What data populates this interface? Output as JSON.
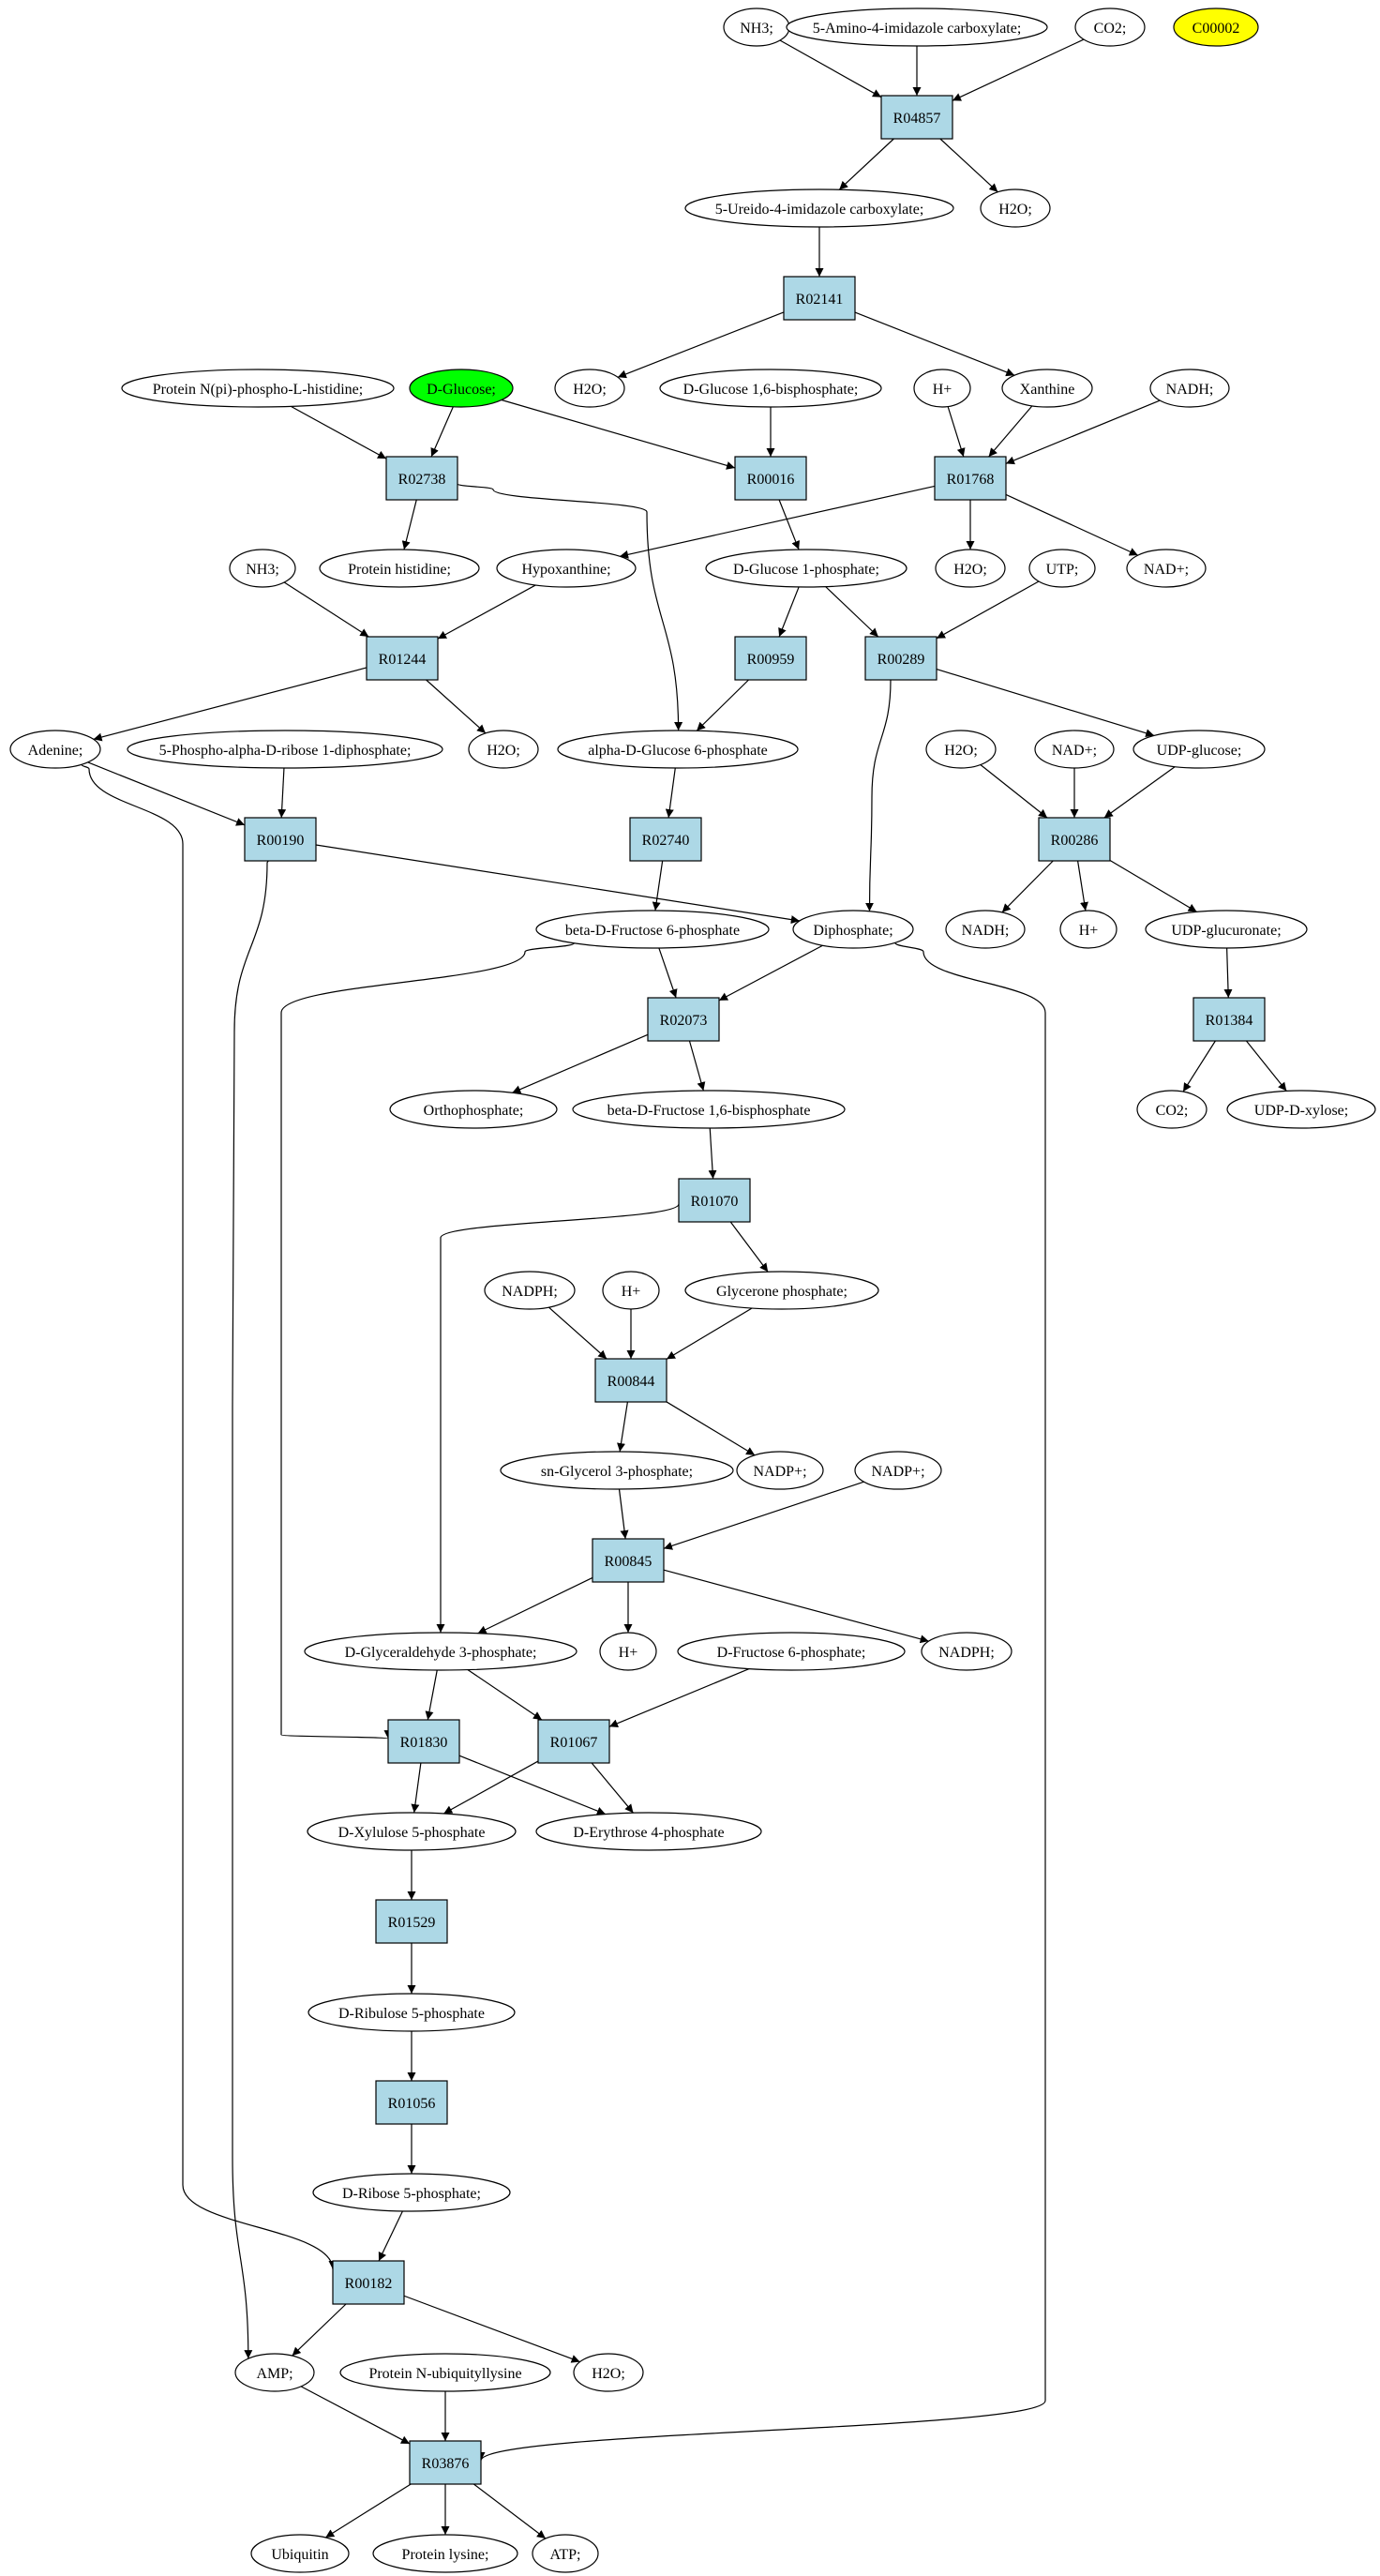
{
  "colors": {
    "reaction_fill": "#add8e6",
    "metabolite_fill": "#ffffff",
    "start_fill": "#00ff00",
    "query_fill": "#ffff00",
    "stroke": "#000000"
  },
  "nodes": [
    {
      "id": "nh3_a",
      "label": "NH3;",
      "kind": "metabolite"
    },
    {
      "id": "aica",
      "label": "5-Amino-4-imidazole carboxylate;",
      "kind": "metabolite"
    },
    {
      "id": "co2_a",
      "label": "CO2;",
      "kind": "metabolite"
    },
    {
      "id": "c00002",
      "label": "C00002",
      "kind": "query"
    },
    {
      "id": "R04857",
      "label": "R04857",
      "kind": "reaction"
    },
    {
      "id": "ureido",
      "label": "5-Ureido-4-imidazole carboxylate;",
      "kind": "metabolite"
    },
    {
      "id": "h2o_a",
      "label": "H2O;",
      "kind": "metabolite"
    },
    {
      "id": "R02141",
      "label": "R02141",
      "kind": "reaction"
    },
    {
      "id": "h2o_b",
      "label": "H2O;",
      "kind": "metabolite"
    },
    {
      "id": "protnpi",
      "label": "Protein N(pi)-phospho-L-histidine;",
      "kind": "metabolite"
    },
    {
      "id": "dglucose",
      "label": "D-Glucose;",
      "kind": "start"
    },
    {
      "id": "g16bp",
      "label": "D-Glucose 1,6-bisphosphate;",
      "kind": "metabolite"
    },
    {
      "id": "hplus_a",
      "label": "H+",
      "kind": "metabolite"
    },
    {
      "id": "xanthine",
      "label": "Xanthine",
      "kind": "metabolite"
    },
    {
      "id": "nadh_a",
      "label": "NADH;",
      "kind": "metabolite"
    },
    {
      "id": "R02738",
      "label": "R02738",
      "kind": "reaction"
    },
    {
      "id": "R00016",
      "label": "R00016",
      "kind": "reaction"
    },
    {
      "id": "R01768",
      "label": "R01768",
      "kind": "reaction"
    },
    {
      "id": "nh3_b",
      "label": "NH3;",
      "kind": "metabolite"
    },
    {
      "id": "prothis",
      "label": "Protein histidine;",
      "kind": "metabolite"
    },
    {
      "id": "hypox",
      "label": "Hypoxanthine;",
      "kind": "metabolite"
    },
    {
      "id": "g1p",
      "label": "D-Glucose 1-phosphate;",
      "kind": "metabolite"
    },
    {
      "id": "h2o_c",
      "label": "H2O;",
      "kind": "metabolite"
    },
    {
      "id": "utp",
      "label": "UTP;",
      "kind": "metabolite"
    },
    {
      "id": "nadplus_a",
      "label": "NAD+;",
      "kind": "metabolite"
    },
    {
      "id": "R01244",
      "label": "R01244",
      "kind": "reaction"
    },
    {
      "id": "R00959",
      "label": "R00959",
      "kind": "reaction"
    },
    {
      "id": "R00289",
      "label": "R00289",
      "kind": "reaction"
    },
    {
      "id": "adenine",
      "label": "Adenine;",
      "kind": "metabolite"
    },
    {
      "id": "prpp",
      "label": "5-Phospho-alpha-D-ribose 1-diphosphate;",
      "kind": "metabolite"
    },
    {
      "id": "h2o_d",
      "label": "H2O;",
      "kind": "metabolite"
    },
    {
      "id": "ag6p",
      "label": "alpha-D-Glucose 6-phosphate",
      "kind": "metabolite"
    },
    {
      "id": "h2o_e",
      "label": "H2O;",
      "kind": "metabolite"
    },
    {
      "id": "nadplus_b",
      "label": "NAD+;",
      "kind": "metabolite"
    },
    {
      "id": "udpglc",
      "label": "UDP-glucose;",
      "kind": "metabolite"
    },
    {
      "id": "R00190",
      "label": "R00190",
      "kind": "reaction"
    },
    {
      "id": "R02740",
      "label": "R02740",
      "kind": "reaction"
    },
    {
      "id": "R00286",
      "label": "R00286",
      "kind": "reaction"
    },
    {
      "id": "bf6p",
      "label": "beta-D-Fructose 6-phosphate",
      "kind": "metabolite"
    },
    {
      "id": "diphos",
      "label": "Diphosphate;",
      "kind": "metabolite"
    },
    {
      "id": "nadh_b",
      "label": "NADH;",
      "kind": "metabolite"
    },
    {
      "id": "hplus_b",
      "label": "H+",
      "kind": "metabolite"
    },
    {
      "id": "udpglcu",
      "label": "UDP-glucuronate;",
      "kind": "metabolite"
    },
    {
      "id": "R02073",
      "label": "R02073",
      "kind": "reaction"
    },
    {
      "id": "R01384",
      "label": "R01384",
      "kind": "reaction"
    },
    {
      "id": "orthoph",
      "label": "Orthophosphate;",
      "kind": "metabolite"
    },
    {
      "id": "bf16bp",
      "label": "beta-D-Fructose 1,6-bisphosphate",
      "kind": "metabolite"
    },
    {
      "id": "co2_b",
      "label": "CO2;",
      "kind": "metabolite"
    },
    {
      "id": "udpxyl",
      "label": "UDP-D-xylose;",
      "kind": "metabolite"
    },
    {
      "id": "R01070",
      "label": "R01070",
      "kind": "reaction"
    },
    {
      "id": "nadph_a",
      "label": "NADPH;",
      "kind": "metabolite"
    },
    {
      "id": "hplus_c",
      "label": "H+",
      "kind": "metabolite"
    },
    {
      "id": "glyceronep",
      "label": "Glycerone phosphate;",
      "kind": "metabolite"
    },
    {
      "id": "R00844",
      "label": "R00844",
      "kind": "reaction"
    },
    {
      "id": "sng3p",
      "label": "sn-Glycerol 3-phosphate;",
      "kind": "metabolite"
    },
    {
      "id": "nadpplus_a",
      "label": "NADP+;",
      "kind": "metabolite"
    },
    {
      "id": "nadpplus_b",
      "label": "NADP+;",
      "kind": "metabolite"
    },
    {
      "id": "R00845",
      "label": "R00845",
      "kind": "reaction"
    },
    {
      "id": "dg3p",
      "label": "D-Glyceraldehyde 3-phosphate;",
      "kind": "metabolite"
    },
    {
      "id": "hplus_d",
      "label": "H+",
      "kind": "metabolite"
    },
    {
      "id": "df6p",
      "label": "D-Fructose 6-phosphate;",
      "kind": "metabolite"
    },
    {
      "id": "nadph_b",
      "label": "NADPH;",
      "kind": "metabolite"
    },
    {
      "id": "R01830",
      "label": "R01830",
      "kind": "reaction"
    },
    {
      "id": "R01067",
      "label": "R01067",
      "kind": "reaction"
    },
    {
      "id": "dx5p",
      "label": "D-Xylulose 5-phosphate",
      "kind": "metabolite"
    },
    {
      "id": "de4p",
      "label": "D-Erythrose 4-phosphate",
      "kind": "metabolite"
    },
    {
      "id": "R01529",
      "label": "R01529",
      "kind": "reaction"
    },
    {
      "id": "dribu5p",
      "label": "D-Ribulose 5-phosphate",
      "kind": "metabolite"
    },
    {
      "id": "R01056",
      "label": "R01056",
      "kind": "reaction"
    },
    {
      "id": "dr5p",
      "label": "D-Ribose 5-phosphate;",
      "kind": "metabolite"
    },
    {
      "id": "R00182",
      "label": "R00182",
      "kind": "reaction"
    },
    {
      "id": "amp",
      "label": "AMP;",
      "kind": "metabolite"
    },
    {
      "id": "protnubq",
      "label": "Protein N-ubiquityllysine",
      "kind": "metabolite"
    },
    {
      "id": "h2o_f",
      "label": "H2O;",
      "kind": "metabolite"
    },
    {
      "id": "R03876",
      "label": "R03876",
      "kind": "reaction"
    },
    {
      "id": "ubiquitin",
      "label": "Ubiquitin",
      "kind": "metabolite"
    },
    {
      "id": "protlys",
      "label": "Protein lysine;",
      "kind": "metabolite"
    },
    {
      "id": "atp",
      "label": "ATP;",
      "kind": "metabolite"
    }
  ],
  "edges": [
    [
      "nh3_a",
      "R04857"
    ],
    [
      "aica",
      "R04857"
    ],
    [
      "co2_a",
      "R04857"
    ],
    [
      "R04857",
      "ureido"
    ],
    [
      "R04857",
      "h2o_a"
    ],
    [
      "ureido",
      "R02141"
    ],
    [
      "R02141",
      "h2o_b"
    ],
    [
      "R02141",
      "xanthine"
    ],
    [
      "protnpi",
      "R02738"
    ],
    [
      "dglucose",
      "R02738"
    ],
    [
      "dglucose",
      "R00016"
    ],
    [
      "g16bp",
      "R00016"
    ],
    [
      "hplus_a",
      "R01768"
    ],
    [
      "xanthine",
      "R01768"
    ],
    [
      "nadh_a",
      "R01768"
    ],
    [
      "R02738",
      "prothis"
    ],
    [
      "R02738",
      "ag6p"
    ],
    [
      "R00016",
      "g1p"
    ],
    [
      "R01768",
      "hypox"
    ],
    [
      "R01768",
      "h2o_c"
    ],
    [
      "R01768",
      "nadplus_a"
    ],
    [
      "nh3_b",
      "R01244"
    ],
    [
      "hypox",
      "R01244"
    ],
    [
      "R01244",
      "adenine"
    ],
    [
      "R01244",
      "h2o_d"
    ],
    [
      "g1p",
      "R00959"
    ],
    [
      "g1p",
      "R00289"
    ],
    [
      "utp",
      "R00289"
    ],
    [
      "R00959",
      "ag6p"
    ],
    [
      "R00289",
      "udpglc"
    ],
    [
      "R00289",
      "diphos"
    ],
    [
      "adenine",
      "R00190"
    ],
    [
      "prpp",
      "R00190"
    ],
    [
      "adenine",
      "R00182"
    ],
    [
      "R00190",
      "diphos"
    ],
    [
      "R00190",
      "amp"
    ],
    [
      "ag6p",
      "R02740"
    ],
    [
      "R02740",
      "bf6p"
    ],
    [
      "h2o_e",
      "R00286"
    ],
    [
      "nadplus_b",
      "R00286"
    ],
    [
      "udpglc",
      "R00286"
    ],
    [
      "R00286",
      "nadh_b"
    ],
    [
      "R00286",
      "hplus_b"
    ],
    [
      "R00286",
      "udpglcu"
    ],
    [
      "bf6p",
      "R02073"
    ],
    [
      "diphos",
      "R02073"
    ],
    [
      "bf6p",
      "R01830"
    ],
    [
      "diphos",
      "R03876"
    ],
    [
      "R02073",
      "orthoph"
    ],
    [
      "R02073",
      "bf16bp"
    ],
    [
      "udpglcu",
      "R01384"
    ],
    [
      "R01384",
      "co2_b"
    ],
    [
      "R01384",
      "udpxyl"
    ],
    [
      "bf16bp",
      "R01070"
    ],
    [
      "R01070",
      "glyceronep"
    ],
    [
      "R01070",
      "dg3p"
    ],
    [
      "nadph_a",
      "R00844"
    ],
    [
      "hplus_c",
      "R00844"
    ],
    [
      "glyceronep",
      "R00844"
    ],
    [
      "R00844",
      "sng3p"
    ],
    [
      "R00844",
      "nadpplus_a"
    ],
    [
      "sng3p",
      "R00845"
    ],
    [
      "nadpplus_b",
      "R00845"
    ],
    [
      "R00845",
      "dg3p"
    ],
    [
      "R00845",
      "hplus_d"
    ],
    [
      "R00845",
      "nadph_b"
    ],
    [
      "dg3p",
      "R01830"
    ],
    [
      "dg3p",
      "R01067"
    ],
    [
      "df6p",
      "R01067"
    ],
    [
      "R01830",
      "dx5p"
    ],
    [
      "R01830",
      "de4p"
    ],
    [
      "R01067",
      "dx5p"
    ],
    [
      "R01067",
      "de4p"
    ],
    [
      "dx5p",
      "R01529"
    ],
    [
      "R01529",
      "dribu5p"
    ],
    [
      "dribu5p",
      "R01056"
    ],
    [
      "R01056",
      "dr5p"
    ],
    [
      "dr5p",
      "R00182"
    ],
    [
      "R00182",
      "amp"
    ],
    [
      "R00182",
      "h2o_f"
    ],
    [
      "amp",
      "R03876"
    ],
    [
      "protnubq",
      "R03876"
    ],
    [
      "R03876",
      "ubiquitin"
    ],
    [
      "R03876",
      "protlys"
    ],
    [
      "R03876",
      "atp"
    ]
  ]
}
